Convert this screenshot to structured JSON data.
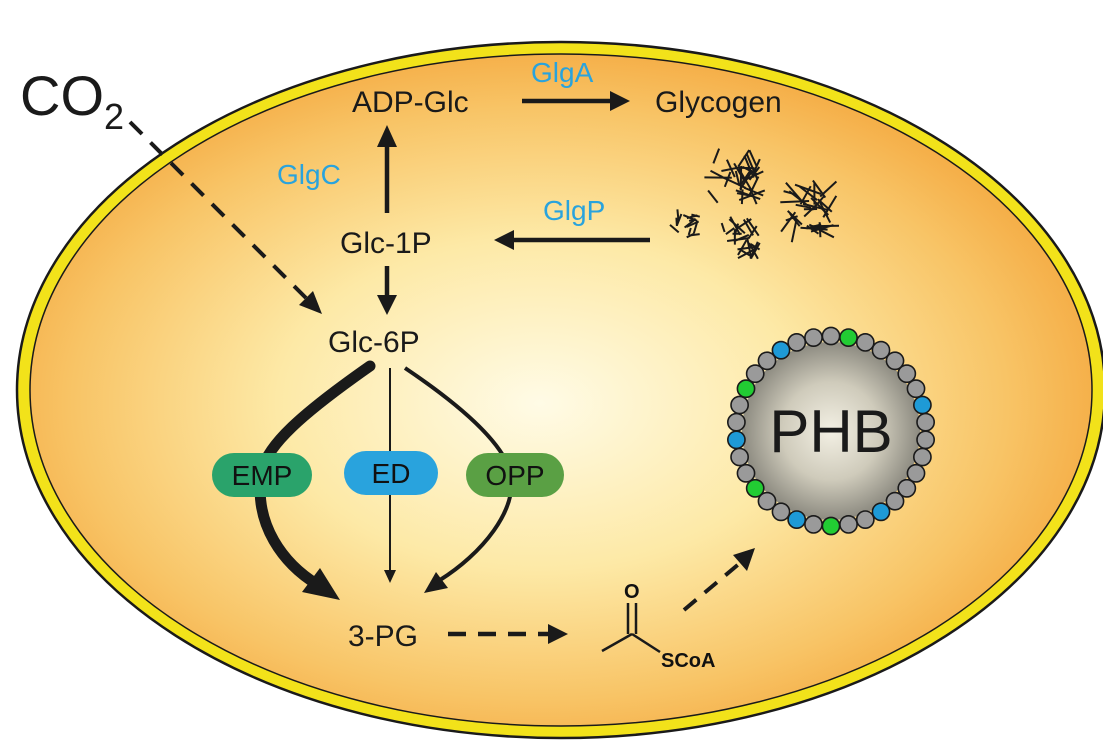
{
  "labels": {
    "co2_main": "CO",
    "co2_sub": "2",
    "adp_glc": "ADP-Glc",
    "glycogen": "Glycogen",
    "glc_1p": "Glc-1P",
    "glc_6p": "Glc-6P",
    "pg3": "3-PG",
    "phb": "PHB",
    "acyl_o": "O",
    "acyl_scoa": "SCoA"
  },
  "enzymes": {
    "glga": "GlgA",
    "glgc": "GlgC",
    "glgp": "GlgP"
  },
  "pathways": [
    {
      "label": "EMP",
      "color": "#2aa36b"
    },
    {
      "label": "ED",
      "color": "#29a3dd"
    },
    {
      "label": "OPP",
      "color": "#5aa044"
    }
  ],
  "colors": {
    "cell_wall": "#f2e21a",
    "cytoplasm_center": "#fff8d8",
    "cytoplasm_edge": "#f5ac45",
    "enzyme_text": "#29a3dd",
    "granule_grey": "#9a9a9a",
    "granule_blue": "#1e9ad6",
    "granule_green": "#22cc33"
  },
  "phb_granule": {
    "bead_pattern": [
      "grey",
      "green",
      "grey",
      "grey",
      "grey",
      "grey",
      "grey",
      "blue",
      "grey",
      "grey",
      "grey",
      "grey",
      "grey",
      "grey",
      "blue",
      "grey",
      "grey",
      "green",
      "grey",
      "blue",
      "grey",
      "grey",
      "green",
      "grey",
      "grey",
      "blue",
      "grey",
      "grey",
      "green",
      "grey",
      "grey",
      "blue",
      "grey",
      "grey"
    ]
  }
}
